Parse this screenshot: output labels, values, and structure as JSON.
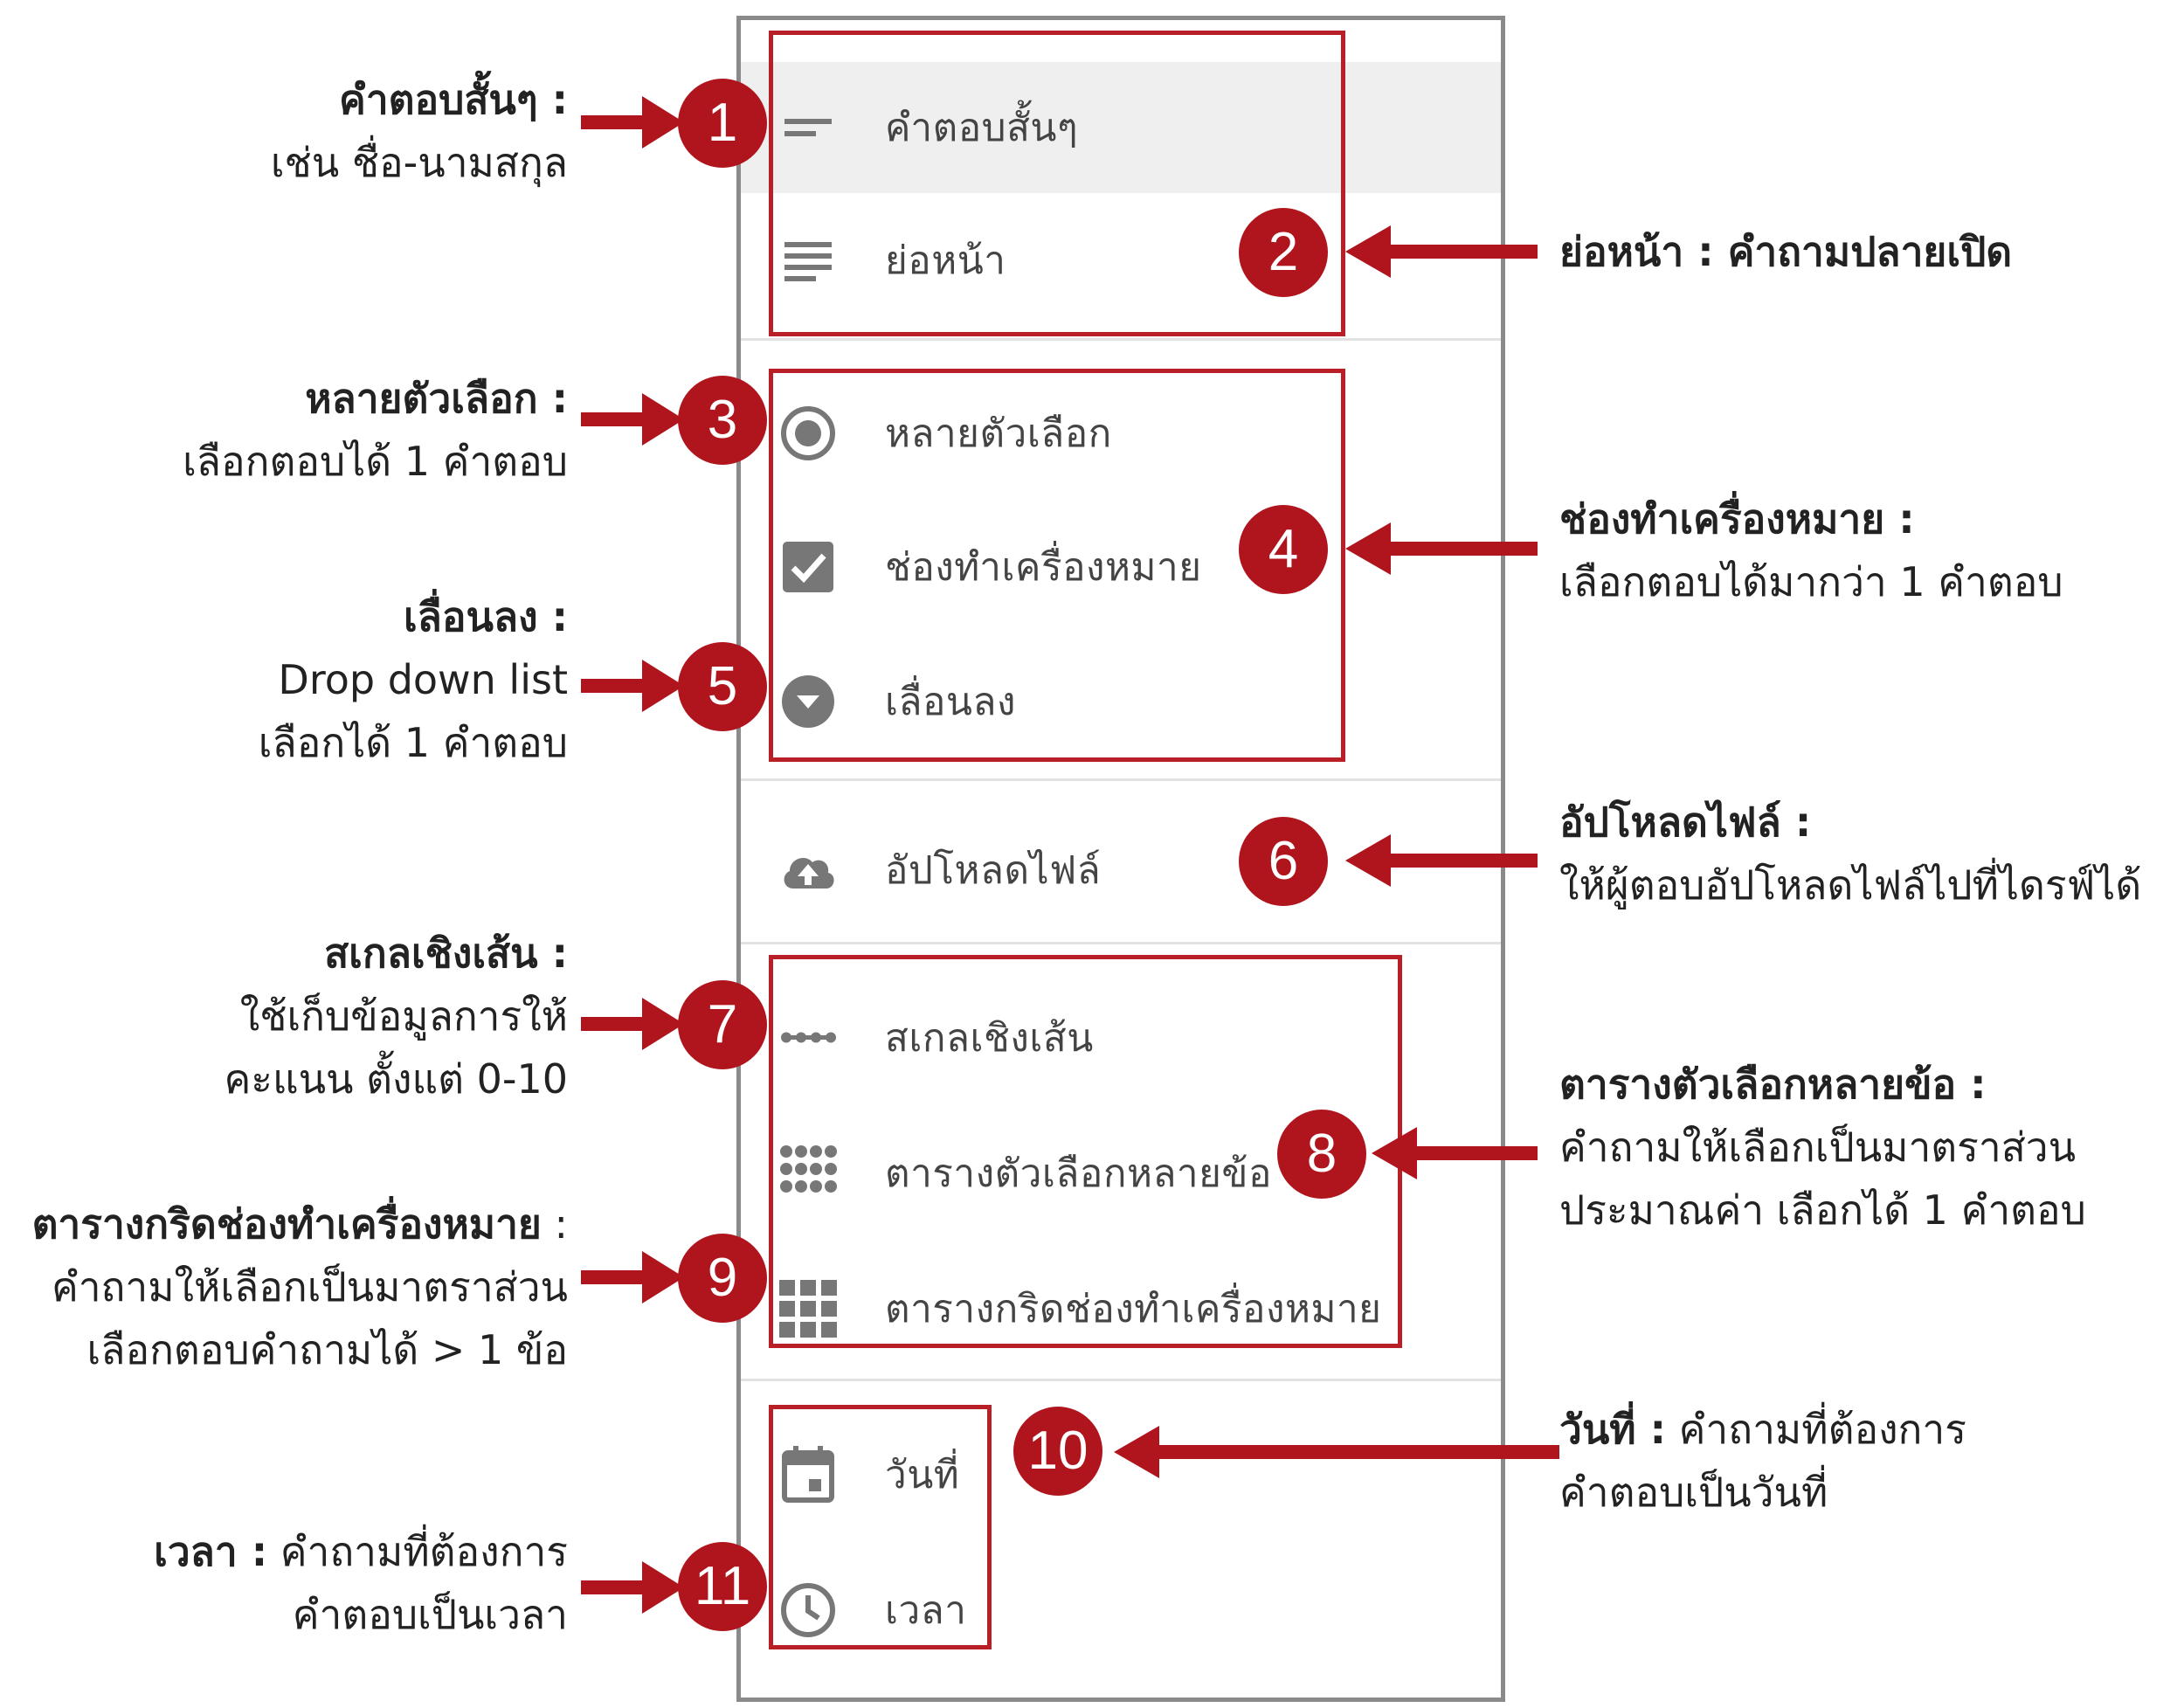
{
  "menu": {
    "items": [
      {
        "label": "คำตอบสั้นๆ",
        "icon": "short-answer-icon"
      },
      {
        "label": "ย่อหน้า",
        "icon": "paragraph-icon"
      },
      {
        "label": "หลายตัวเลือก",
        "icon": "radio-button-icon"
      },
      {
        "label": "ช่องทำเครื่องหมาย",
        "icon": "checkbox-icon"
      },
      {
        "label": "เลื่อนลง",
        "icon": "dropdown-icon"
      },
      {
        "label": "อัปโหลดไฟล์",
        "icon": "cloud-upload-icon"
      },
      {
        "label": "สเกลเชิงเส้น",
        "icon": "linear-scale-icon"
      },
      {
        "label": "ตารางตัวเลือกหลายข้อ",
        "icon": "grid-dots-icon"
      },
      {
        "label": "ตารางกริดช่องทำเครื่องหมาย",
        "icon": "grid-squares-icon"
      },
      {
        "label": "วันที่",
        "icon": "calendar-icon"
      },
      {
        "label": "เวลา",
        "icon": "clock-icon"
      }
    ]
  },
  "badges": [
    "1",
    "2",
    "3",
    "4",
    "5",
    "6",
    "7",
    "8",
    "9",
    "10",
    "11"
  ],
  "annotations": {
    "a1": {
      "title": "คำตอบสั้นๆ :",
      "lines": [
        "เช่น ชื่อ-นามสกุล"
      ]
    },
    "a2": {
      "title": "ย่อหน้า : คำถามปลายเปิด"
    },
    "a3": {
      "title": "หลายตัวเลือก :",
      "lines": [
        "เลือกตอบได้ 1 คำตอบ"
      ]
    },
    "a4": {
      "title": "ช่องทำเครื่องหมาย :",
      "lines": [
        "เลือกตอบได้มากว่า 1 คำตอบ"
      ]
    },
    "a5": {
      "title": "เลื่อนลง :",
      "lines": [
        "Drop down list",
        "เลือกได้ 1 คำตอบ"
      ]
    },
    "a6": {
      "title": "อัปโหลดไฟล์ :",
      "lines": [
        "ให้ผู้ตอบอัปโหลดไฟล์ไปที่ไดรฟ์ได้"
      ]
    },
    "a7": {
      "title": "สเกลเชิงเส้น :",
      "lines": [
        "ใช้เก็บข้อมูลการให้",
        "คะแนน ตั้งแต่ 0-10"
      ]
    },
    "a8": {
      "title": "ตารางตัวเลือกหลายข้อ :",
      "lines": [
        "คำถามให้เลือกเป็นมาตราส่วน",
        "ประมาณค่า เลือกได้ 1 คำตอบ"
      ]
    },
    "a9": {
      "title": "ตารางกริดช่องทำเครื่องหมาย",
      "inline": " :",
      "lines": [
        "คำถามให้เลือกเป็นมาตราส่วน",
        "เลือกตอบคำถามได้ > 1 ข้อ"
      ]
    },
    "a10": {
      "title": "วันที่ :",
      "inline": " คำถามที่ต้องการ",
      "lines": [
        "คำตอบเป็นวันที่"
      ]
    },
    "a11": {
      "title": "เวลา :",
      "inline": " คำถามที่ต้องการ",
      "lines": [
        "คำตอบเป็นเวลา"
      ]
    }
  },
  "colors": {
    "accent": "#b0151d",
    "box": "#b81f26",
    "icon": "#777777",
    "selected_bg": "#efefef"
  }
}
